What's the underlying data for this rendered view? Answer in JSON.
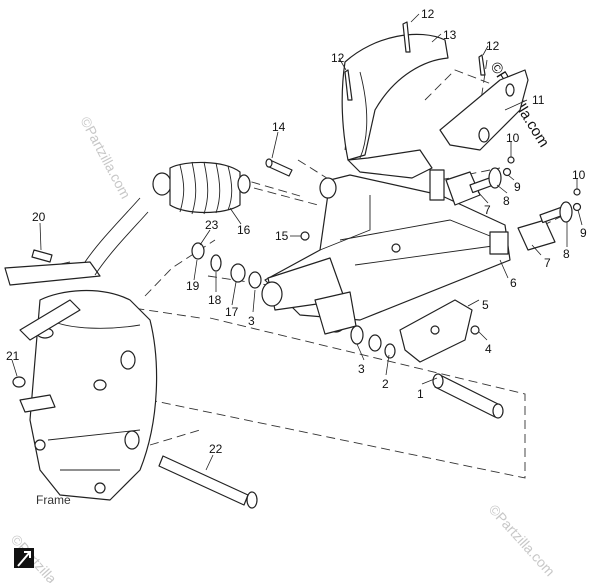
{
  "frame_label": "Frame",
  "watermark": "©Partzilla.com",
  "callouts": {
    "p1": "1",
    "p2": "2",
    "p3a": "3",
    "p3b": "3",
    "p4": "4",
    "p5": "5",
    "p6": "6",
    "p7a": "7",
    "p7b": "7",
    "p8a": "8",
    "p8b": "8",
    "p9a": "9",
    "p9b": "9",
    "p10a": "10",
    "p10b": "10",
    "p11": "11",
    "p12a": "12",
    "p12b": "12",
    "p12c": "12",
    "p13": "13",
    "p14": "14",
    "p15": "15",
    "p16": "16",
    "p17": "17",
    "p18": "18",
    "p19": "19",
    "p20": "20",
    "p21": "21",
    "p22": "22",
    "p23": "23"
  }
}
